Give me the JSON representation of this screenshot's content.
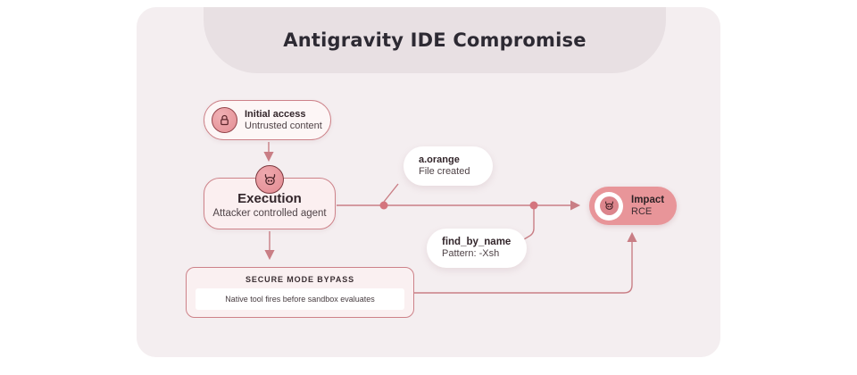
{
  "header": {
    "title": "Antigravity IDE Compromise"
  },
  "nodes": {
    "initial_access": {
      "title": "Initial access",
      "subtitle": "Untrusted content",
      "icon": "lock-icon"
    },
    "execution": {
      "title": "Execution",
      "subtitle": "Attacker controlled agent",
      "icon": "devil-icon"
    },
    "file_created": {
      "title": "a.orange",
      "subtitle": "File created"
    },
    "find_by_name": {
      "title": "find_by_name",
      "subtitle": "Pattern: -Xsh"
    },
    "impact": {
      "title": "Impact",
      "subtitle": "RCE",
      "icon": "devil-icon"
    },
    "secure_bypass": {
      "title": "SECURE MODE BYPASS",
      "note": "Native tool fires before sandbox evaluates"
    }
  },
  "colors": {
    "panel_bg": "#f4eef0",
    "band_bg": "#e8e0e3",
    "title_text": "#2d2a33",
    "connector": "#c97e85",
    "node_border": "#cd8289",
    "initial_fill": "#fdf6f6",
    "execution_fill": "#fbeff0",
    "impact_fill": "#e89599",
    "icon_circle_fill": "#e9999e",
    "icon_circle_border": "#8a4046",
    "icon_glyph": "#4a2328",
    "branch_dot": "#d4757e",
    "text_dark": "#342a2e",
    "text_secondary": "#4f4347"
  }
}
